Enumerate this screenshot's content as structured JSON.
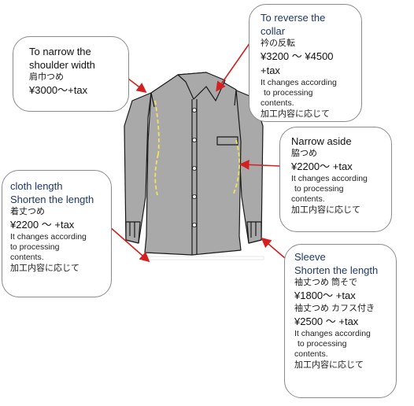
{
  "callouts": {
    "shoulder": {
      "title_line1": "To narrow the",
      "title_line2": "shoulder width",
      "jp": "肩巾つめ",
      "price": "¥3000〜+tax"
    },
    "collar": {
      "title_line1": "To reverse the",
      "title_line2": "collar",
      "jp": "衿の反転",
      "price": "¥3200 〜 ¥4500 +tax",
      "note_line1": "It changes according",
      "note_line2": "to processing",
      "note_line3": "contents.",
      "note_jp": "加工内容に応じて"
    },
    "aside": {
      "title": "Narrow aside",
      "jp": "脇つめ",
      "price": "¥2200〜 +tax",
      "note_line1": "It changes according",
      "note_line2": "to processing",
      "note_line3": "contents.",
      "note_jp": "加工内容に応じて"
    },
    "length": {
      "title_line1": "cloth length",
      "title_line2": "Shorten the length",
      "jp": "着丈つめ",
      "price": "¥2200 〜 +tax",
      "note_line1": "It changes according",
      "note_line2": "to processing",
      "note_line3": "contents.",
      "note_jp": "加工内容に応じて"
    },
    "sleeve": {
      "title_line1": "Sleeve",
      "title_line2": "Shorten the length",
      "jp1": "袖丈つめ 筒そで",
      "price1": "¥1800〜 +tax",
      "jp2": "袖丈つめ カフス付き",
      "price2": "¥2500 〜 +tax",
      "note_line1": "It changes according",
      "note_line2": "to processing",
      "note_line3": "contents.",
      "note_jp": "加工内容に応じて"
    }
  },
  "colors": {
    "shirt_fill": "#a9a9a9",
    "shirt_outline": "#1a1a1a",
    "arrow_red": "#d42020",
    "guide_yellow": "#f2e35a",
    "title_navy": "#1f3868"
  }
}
